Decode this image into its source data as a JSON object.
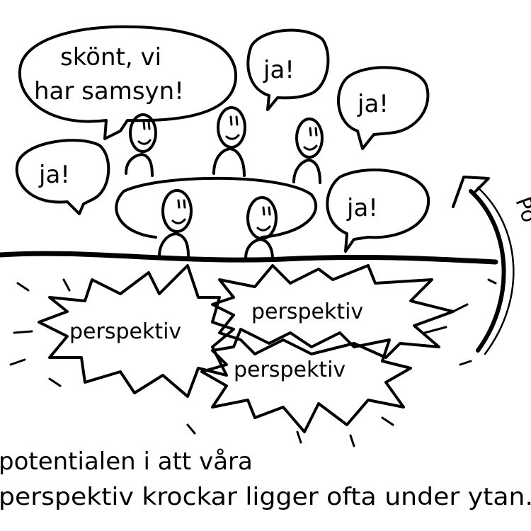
{
  "bubbles": {
    "main": [
      "skönt, vi",
      "har samsyn!"
    ],
    "ja1": "ja!",
    "ja2": "ja!",
    "ja3": "ja!",
    "ja4": "ja!"
  },
  "perspectives": [
    "perspektiv",
    "perspektiv",
    "perspektiv"
  ],
  "side_label": "Po",
  "caption": {
    "line1": "potentialen i att våra",
    "line2": "perspektiv krockar ligger ofta under ytan."
  },
  "colors": {
    "ink": "#000000",
    "paper": "#ffffff"
  }
}
